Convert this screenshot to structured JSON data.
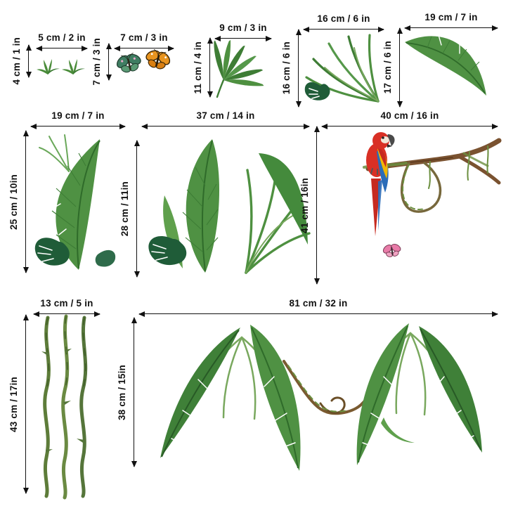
{
  "page": {
    "background": "#ffffff",
    "type": "wall-sticker-size-chart"
  },
  "items": [
    {
      "name": "grass-sprigs",
      "width_label": "5 cm / 2 in",
      "height_label": "4 cm / 1 in"
    },
    {
      "name": "butterflies",
      "width_label": "7 cm / 3 in",
      "height_label": "7 cm / 3 in"
    },
    {
      "name": "fan-palm-leaf",
      "width_label": "9 cm / 3 in",
      "height_label": "11 cm / 4 in"
    },
    {
      "name": "palm-frond-cluster",
      "width_label": "16 cm / 6 in",
      "height_label": "16 cm / 6 in"
    },
    {
      "name": "banana-leaf",
      "width_label": "19 cm / 7 in",
      "height_label": "17 cm / 6 in"
    },
    {
      "name": "banana-monstera-group",
      "width_label": "19 cm / 7 in",
      "height_label": "25 cm / 10in"
    },
    {
      "name": "tropical-leaf-cluster",
      "width_label": "37 cm / 14 in",
      "height_label": "28 cm / 11in"
    },
    {
      "name": "parrot-on-branch",
      "width_label": "40 cm / 16 in",
      "height_label": "41 cm / 16in"
    },
    {
      "name": "hanging-vines",
      "width_label": "13 cm / 5 in",
      "height_label": "43 cm / 17in"
    },
    {
      "name": "large-leaf-garland",
      "width_label": "81 cm / 32 in",
      "height_label": "38 cm / 15in"
    }
  ],
  "colors": {
    "leaf_green": "#4f9143",
    "leaf_mid": "#3e7d35",
    "leaf_light": "#79a85e",
    "monstera_dark": "#1f5c38",
    "branch_brown": "#7a5230",
    "vine_green": "#5d7c39",
    "parrot_red": "#d93025",
    "parrot_blue": "#2b6cb8",
    "parrot_yellow": "#f2b705",
    "butterfly_teal": "#3f7d62",
    "butterfly_orange": "#e8941f",
    "butterfly_pink": "#e87ba8",
    "measure_color": "#111111"
  }
}
